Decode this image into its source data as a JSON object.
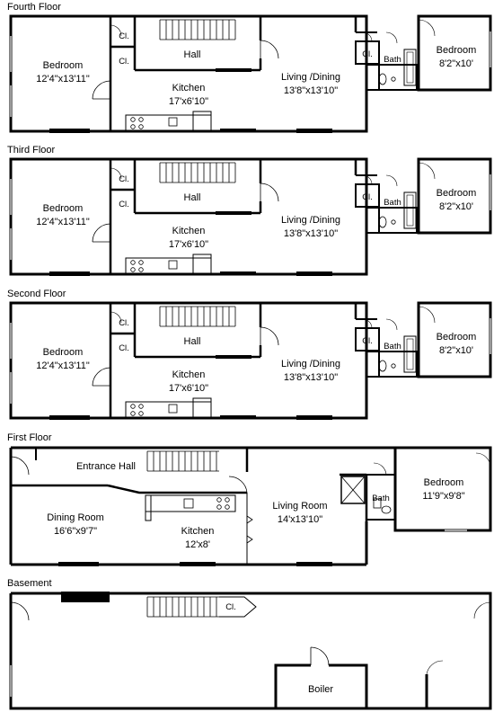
{
  "floors": {
    "fourth": {
      "title": "Fourth Floor",
      "bedroom_front": {
        "name": "Bedroom",
        "dim": "12'4\"x13'11\""
      },
      "closet_top": "Cl.",
      "closet_mid": "Cl.",
      "hall": "Hall",
      "kitchen": {
        "name": "Kitchen",
        "dim": "17'x6'10\""
      },
      "living": {
        "name": "Living /Dining",
        "dim": "13'8\"x13'10\""
      },
      "closet_rear": "Cl.",
      "bath": "Bath",
      "bedroom_rear": {
        "name": "Bedroom",
        "dim": "8'2\"x10'"
      }
    },
    "third": {
      "title": "Third Floor",
      "bedroom_front": {
        "name": "Bedroom",
        "dim": "12'4\"x13'11\""
      },
      "closet_top": "Cl.",
      "closet_mid": "Cl.",
      "hall": "Hall",
      "kitchen": {
        "name": "Kitchen",
        "dim": "17'x6'10\""
      },
      "living": {
        "name": "Living /Dining",
        "dim": "13'8\"x13'10\""
      },
      "closet_rear": "Cl.",
      "bath": "Bath",
      "bedroom_rear": {
        "name": "Bedroom",
        "dim": "8'2\"x10'"
      }
    },
    "second": {
      "title": "Second Floor",
      "bedroom_front": {
        "name": "Bedroom",
        "dim": "12'4\"x13'11\""
      },
      "closet_top": "Cl.",
      "closet_mid": "Cl.",
      "hall": "Hall",
      "kitchen": {
        "name": "Kitchen",
        "dim": "17'x6'10\""
      },
      "living": {
        "name": "Living /Dining",
        "dim": "13'8\"x13'10\""
      },
      "closet_rear": "Cl.",
      "bath": "Bath",
      "bedroom_rear": {
        "name": "Bedroom",
        "dim": "8'2\"x10'"
      }
    },
    "first": {
      "title": "First Floor",
      "entrance_hall": "Entrance Hall",
      "dining": {
        "name": "Dining Room",
        "dim": "16'6\"x9'7\""
      },
      "kitchen": {
        "name": "Kitchen",
        "dim": "12'x8'"
      },
      "living": {
        "name": "Living Room",
        "dim": "14'x13'10\""
      },
      "bath": "Bath",
      "bedroom": {
        "name": "Bedroom",
        "dim": "11'9\"x9'8\""
      }
    },
    "basement": {
      "title": "Basement",
      "closet": "Cl.",
      "boiler": "Boiler"
    }
  }
}
